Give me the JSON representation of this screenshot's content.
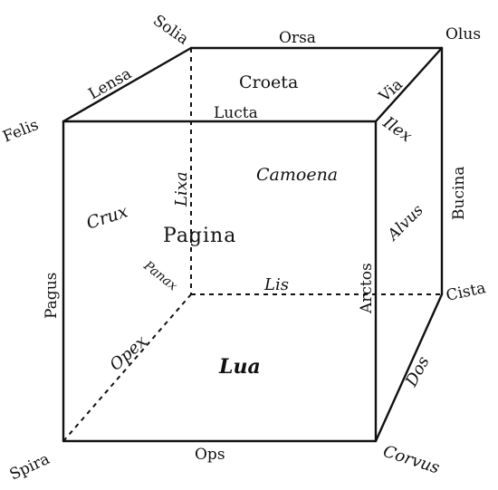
{
  "vertices": {
    "front_top_left": "Felis",
    "back_top_left": "Solia",
    "back_top_right": "Olus",
    "front_top_right": "Ilex",
    "back_bottom_right": "Cista",
    "front_bottom_right": "Corvus",
    "front_bottom_left": "Spira"
  },
  "edges": {
    "top_back": "Orsa",
    "top_left": "Lensa",
    "top_front": "Lucta",
    "top_right": "Via",
    "right_back_vertical": "Bucina",
    "front_right_vertical": "Arctos",
    "front_left_vertical": "Pagus",
    "bottom_front": "Ops",
    "bottom_right": "Dos",
    "hidden_vertical": "Lixa",
    "hidden_bottom_back": "Lis",
    "hidden_bottom_left": "Opex",
    "hidden_vertex": "Panax"
  },
  "faces": {
    "top": "Croeta",
    "back": "Camoena",
    "left": "Crux",
    "front": "Pagina",
    "right": "Alvus",
    "bottom": "Lua"
  },
  "colors": {
    "line": "#111111",
    "background": "#ffffff"
  }
}
